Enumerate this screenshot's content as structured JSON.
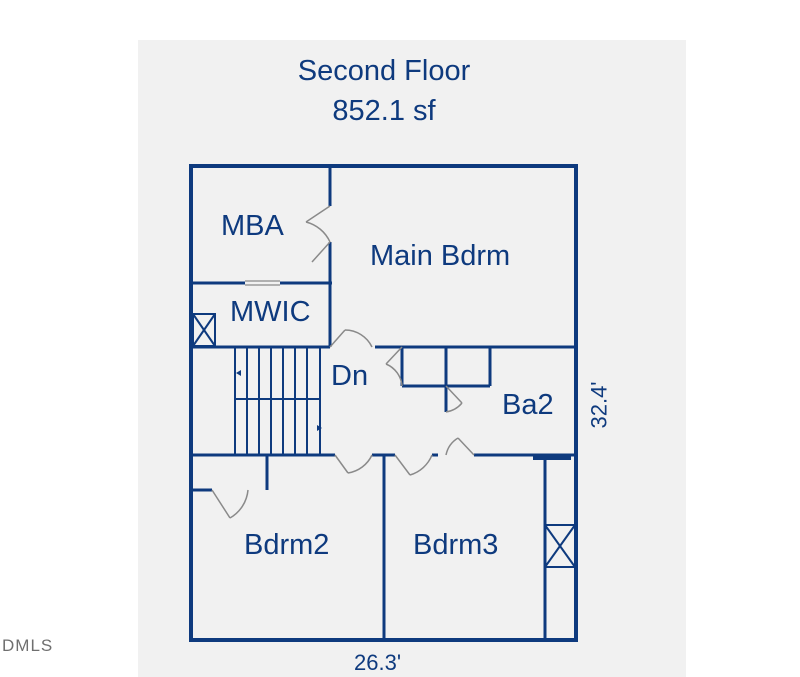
{
  "floor": {
    "name": "Second Floor",
    "area": "852.1 sf"
  },
  "rooms": {
    "mba": "MBA",
    "main_bdrm": "Main Bdrm",
    "mwic": "MWIC",
    "dn": "Dn",
    "ba2": "Ba2",
    "bdrm2": "Bdrm2",
    "bdrm3": "Bdrm3"
  },
  "dimensions": {
    "width": "26.3'",
    "depth": "32.4'"
  },
  "watermark": "DMLS",
  "colors": {
    "wall": "#0e3a7e",
    "panel": "#f1f1f1",
    "door": "#8a8a8a"
  }
}
